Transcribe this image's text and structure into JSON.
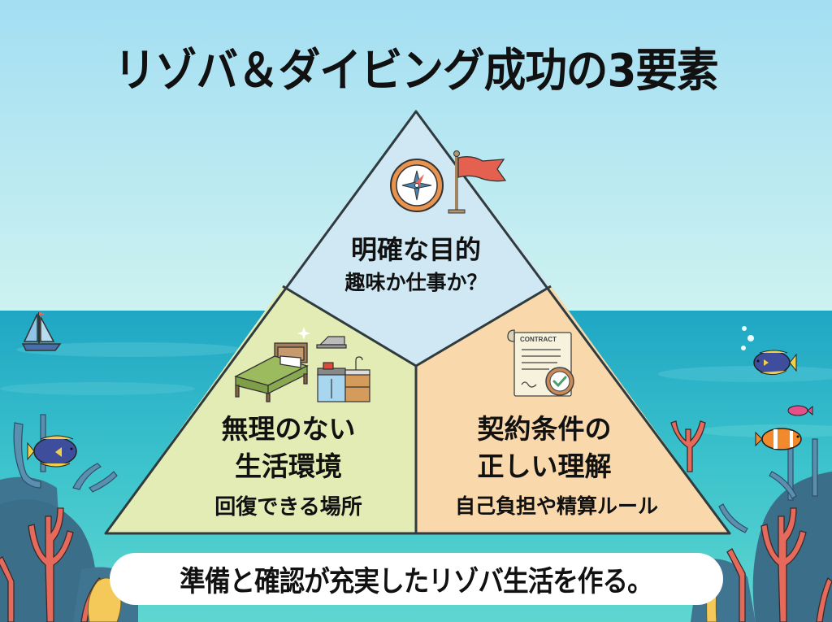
{
  "title": "リゾバ＆ダイビング成功の3要素",
  "pyramid": {
    "top": {
      "heading": "明確な目的",
      "sub": "趣味か仕事か？",
      "icons": [
        "compass-icon",
        "flag-icon"
      ],
      "fill": "#cfe8f3"
    },
    "left": {
      "heading_line1": "無理のない",
      "heading_line2": "生活環境",
      "sub": "回復できる場所",
      "icons": [
        "bed-icon",
        "kitchen-icon",
        "sparkle-icon"
      ],
      "fill": "#e4ecb6"
    },
    "right": {
      "heading_line1": "契約条件の",
      "heading_line2": "正しい理解",
      "sub": "自己負担や精算ルール",
      "contract_label": "CONTRACT",
      "icons": [
        "contract-document-icon",
        "check-badge-icon"
      ],
      "fill": "#f9d9ac"
    },
    "stroke": "#2f3b3e"
  },
  "footer": {
    "text": "準備と確認が充実したリゾバ生活を作る。"
  },
  "scene": {
    "sky_color": "#a5e0f2",
    "sea_color": "#2eb4c7",
    "coral_red": "#e56a5c",
    "coral_blue": "#5b8fb0",
    "decorations": [
      "sailboat-icon",
      "tang-fish-icon",
      "clownfish-icon",
      "pink-fish-icon",
      "coral-icon",
      "bubbles-icon"
    ]
  }
}
